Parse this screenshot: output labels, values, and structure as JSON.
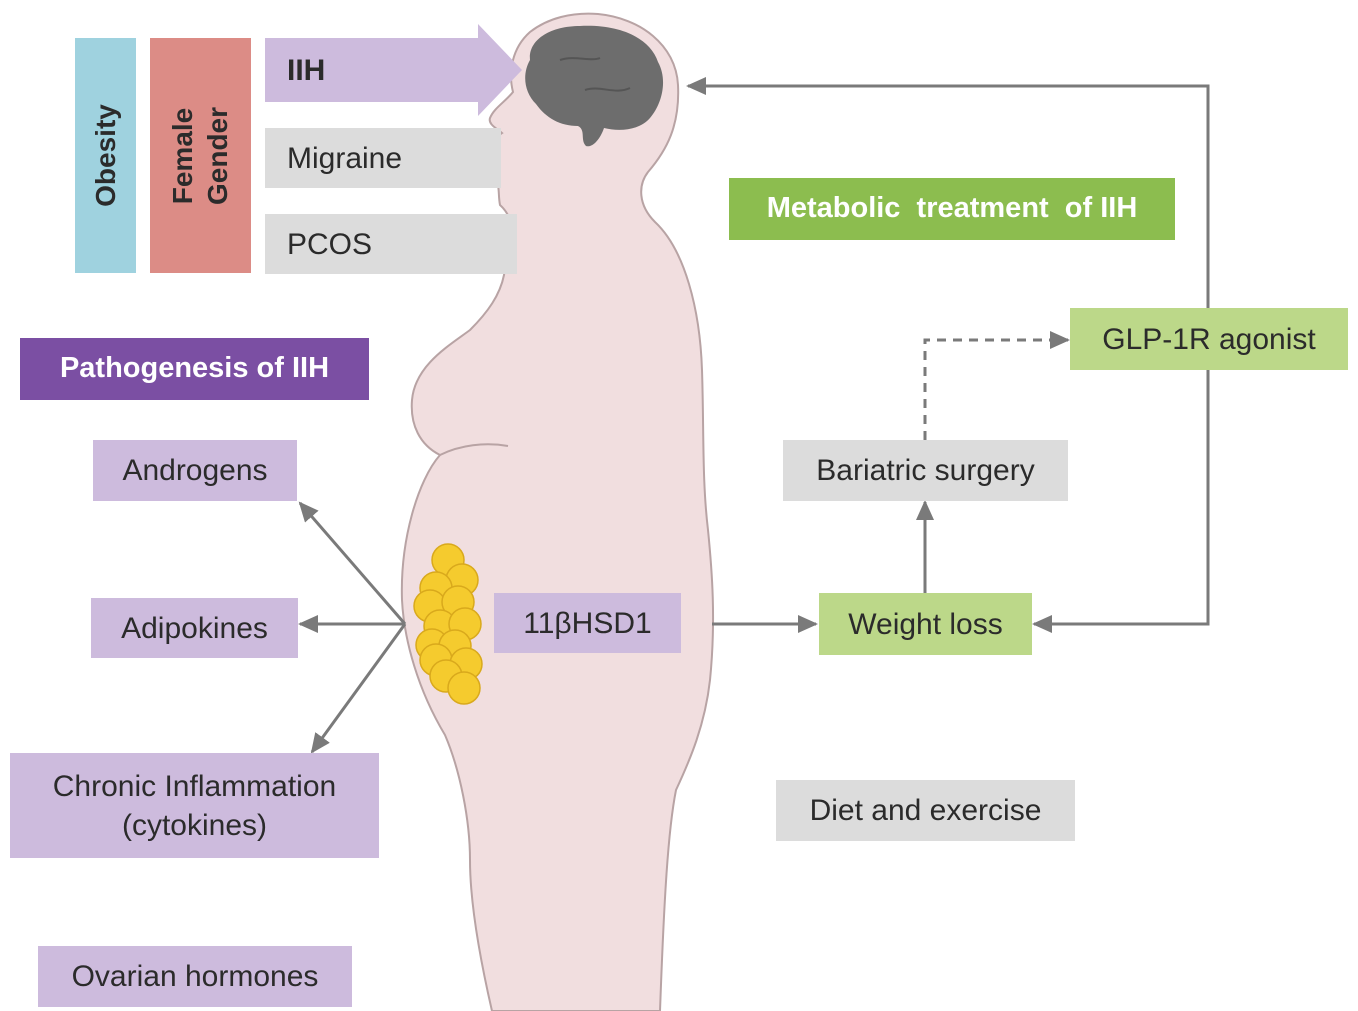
{
  "risk_factors": {
    "obesity": "Obesity",
    "female_gender": "Female\nGender"
  },
  "conditions": {
    "iih": "IIH",
    "migraine": "Migraine",
    "pcos": "PCOS"
  },
  "pathogenesis": {
    "title": "Pathogenesis of IIH",
    "androgens": "Androgens",
    "adipokines": "Adipokines",
    "chronic_inflammation": "Chronic Inflammation\n(cytokines)",
    "ovarian_hormones": "Ovarian hormones",
    "enzyme": "11βHSD1"
  },
  "treatment": {
    "title": "Metabolic  treatment  of IIH",
    "glp1": "GLP-1R agonist",
    "bariatric": "Bariatric surgery",
    "weight_loss": "Weight loss",
    "diet": "Diet and exercise"
  },
  "colors": {
    "body_fill": "#f1dedf",
    "body_outline": "#b8a3a4",
    "brain": "#6d6d6d",
    "fat_cells": "#f5cb2e",
    "obesity_box": "#9fd2df",
    "gender_box": "#dc8c86",
    "lavender": "#cdbbdd",
    "purple_header": "#7b4fa3",
    "grey_box": "#dcdcdc",
    "green_box": "#bcd889",
    "green_header": "#8cbd4f",
    "arrow": "#7a7a7a"
  }
}
